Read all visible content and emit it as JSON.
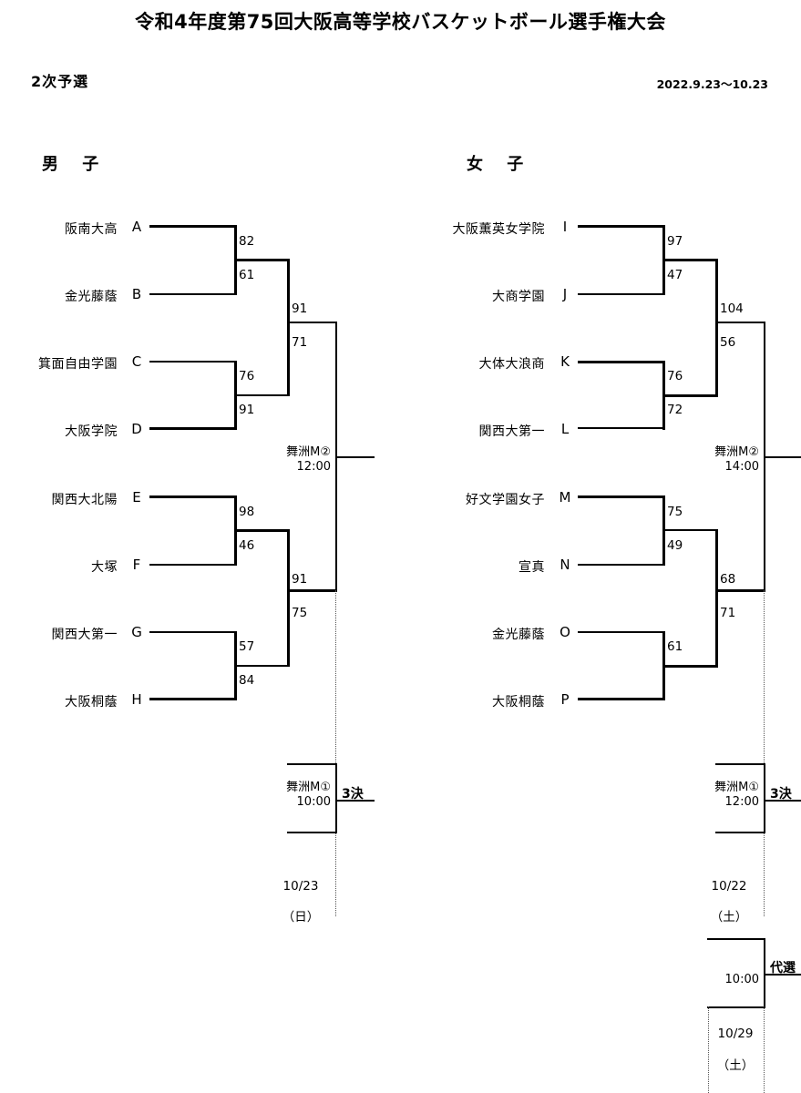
{
  "header": {
    "title": "令和4年度第75回大阪高等学校バスケットボール選手権大会",
    "round_label": "2次予選",
    "date_range": "2022.9.23〜10.23"
  },
  "sections": {
    "men": {
      "title": "男 子"
    },
    "women": {
      "title": "女 子"
    }
  },
  "men": {
    "teams": [
      {
        "slot": "A",
        "name": "阪南大高"
      },
      {
        "slot": "B",
        "name": "金光藤蔭"
      },
      {
        "slot": "C",
        "name": "箕面自由学園"
      },
      {
        "slot": "D",
        "name": "大阪学院"
      },
      {
        "slot": "E",
        "name": "関西大北陽"
      },
      {
        "slot": "F",
        "name": "大塚"
      },
      {
        "slot": "G",
        "name": "関西大第一"
      },
      {
        "slot": "H",
        "name": "大阪桐蔭"
      }
    ],
    "quarterfinals": [
      {
        "top": "A",
        "bottom": "B",
        "top_score": "82",
        "bottom_score": "61",
        "winner": "top"
      },
      {
        "top": "C",
        "bottom": "D",
        "top_score": "76",
        "bottom_score": "91",
        "winner": "bottom"
      },
      {
        "top": "E",
        "bottom": "F",
        "top_score": "98",
        "bottom_score": "46",
        "winner": "top"
      },
      {
        "top": "G",
        "bottom": "H",
        "top_score": "57",
        "bottom_score": "84",
        "winner": "bottom"
      }
    ],
    "semifinals": [
      {
        "top_score": "91",
        "bottom_score": "71",
        "winner": "top"
      },
      {
        "top_score": "91",
        "bottom_score": "75",
        "winner": "top"
      }
    ],
    "final": {
      "venue": "舞洲M②",
      "time": "12:00"
    },
    "third_place": {
      "venue": "舞洲M①",
      "time": "10:00",
      "label": "3決"
    },
    "final_date": "10/23",
    "final_weekday": "（日）"
  },
  "women": {
    "teams": [
      {
        "slot": "I",
        "name": "大阪薫英女学院"
      },
      {
        "slot": "J",
        "name": "大商学園"
      },
      {
        "slot": "K",
        "name": "大体大浪商"
      },
      {
        "slot": "L",
        "name": "関西大第一"
      },
      {
        "slot": "M",
        "name": "好文学園女子"
      },
      {
        "slot": "N",
        "name": "宣真"
      },
      {
        "slot": "O",
        "name": "金光藤蔭"
      },
      {
        "slot": "P",
        "name": "大阪桐蔭"
      }
    ],
    "quarterfinals": [
      {
        "top": "I",
        "bottom": "J",
        "top_score": "97",
        "bottom_score": "47",
        "winner": "top"
      },
      {
        "top": "K",
        "bottom": "L",
        "top_score": "76",
        "bottom_score": "72",
        "winner": "top"
      },
      {
        "top": "M",
        "bottom": "N",
        "top_score": "75",
        "bottom_score": "49",
        "winner": "top"
      },
      {
        "top": "O",
        "bottom": "P",
        "top_score": "61",
        "bottom_score": "",
        "winner": "bottom"
      }
    ],
    "semifinals": [
      {
        "top_score": "104",
        "bottom_score": "56",
        "winner": "top"
      },
      {
        "top_score": "68",
        "bottom_score": "71",
        "winner": "bottom"
      }
    ],
    "final": {
      "venue": "舞洲M②",
      "time": "14:00"
    },
    "third_place": {
      "venue": "舞洲M①",
      "time": "12:00",
      "label": "3決"
    },
    "final_date": "10/22",
    "final_weekday": "（土）",
    "playoff": {
      "label": "代選",
      "time": "10:00",
      "date": "10/29",
      "weekday": "（土）"
    }
  }
}
